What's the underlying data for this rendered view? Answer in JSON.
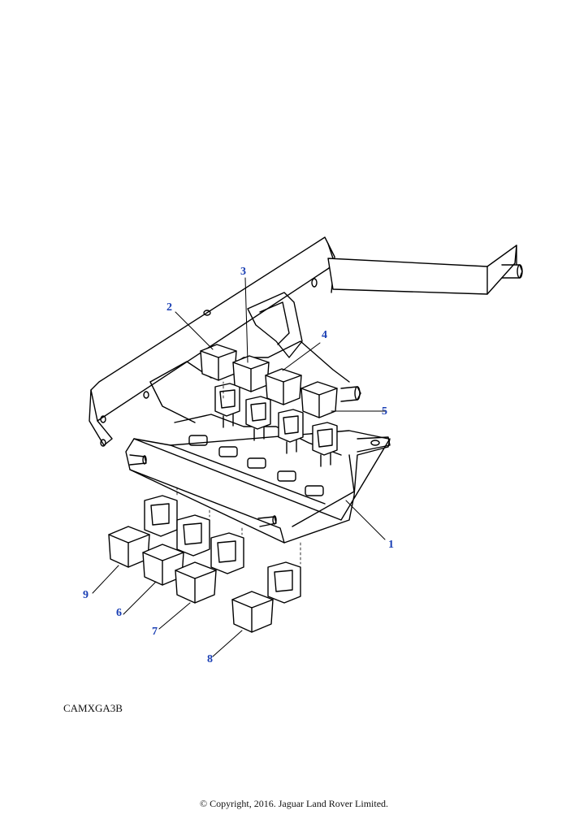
{
  "diagram": {
    "callouts": [
      {
        "id": "1",
        "label": "1"
      },
      {
        "id": "2",
        "label": "2"
      },
      {
        "id": "3",
        "label": "3"
      },
      {
        "id": "4",
        "label": "4"
      },
      {
        "id": "5",
        "label": "5"
      },
      {
        "id": "6",
        "label": "6"
      },
      {
        "id": "7",
        "label": "7"
      },
      {
        "id": "8",
        "label": "8"
      },
      {
        "id": "9",
        "label": "9"
      }
    ],
    "callout_color": "#1a3fb4",
    "line_color": "#000000"
  },
  "footer": {
    "illustration_id": "CAMXGA3B",
    "copyright": "© Copyright, 2016. Jaguar Land Rover Limited."
  }
}
